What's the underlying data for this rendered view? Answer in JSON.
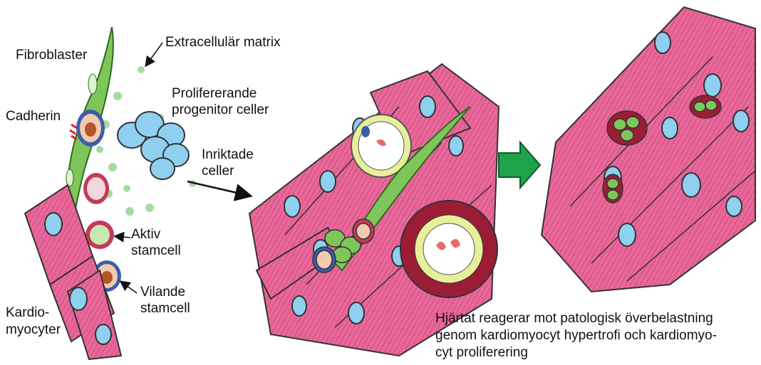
{
  "labels": {
    "fibroblaster": "Fibroblaster",
    "extracellular_matrix": "Extracellulär matrix",
    "prolifererande_1": "Prolifererande",
    "prolifererande_2": "progenitor celler",
    "cadherin": "Cadherin",
    "inriktade_1": "Inriktade",
    "inriktade_2": "celler",
    "aktiv_1": "Aktiv",
    "aktiv_2": "stamcell",
    "vilande_1": "Vilande",
    "vilande_2": "stamcell",
    "kardio_1": "Kardio-",
    "kardio_2": "myocyter"
  },
  "caption": {
    "line1": "Hjärtat reagerar mot patologisk överbelastning",
    "line2": "genom kardiomyocyt hypertrofi och kardiomyo-",
    "line3": "cyt proliferering"
  },
  "colors": {
    "cardiomyocyte": "#e8689a",
    "nucleus": "#8fcff0",
    "fibroblast": "#7fc65a",
    "matrix": "#a6dba0",
    "active_stem": "#c43a57",
    "resting_stem": "#3b5ea8",
    "vessel_wall": "#9b1d35",
    "arrow_green": "#1fa34a"
  }
}
